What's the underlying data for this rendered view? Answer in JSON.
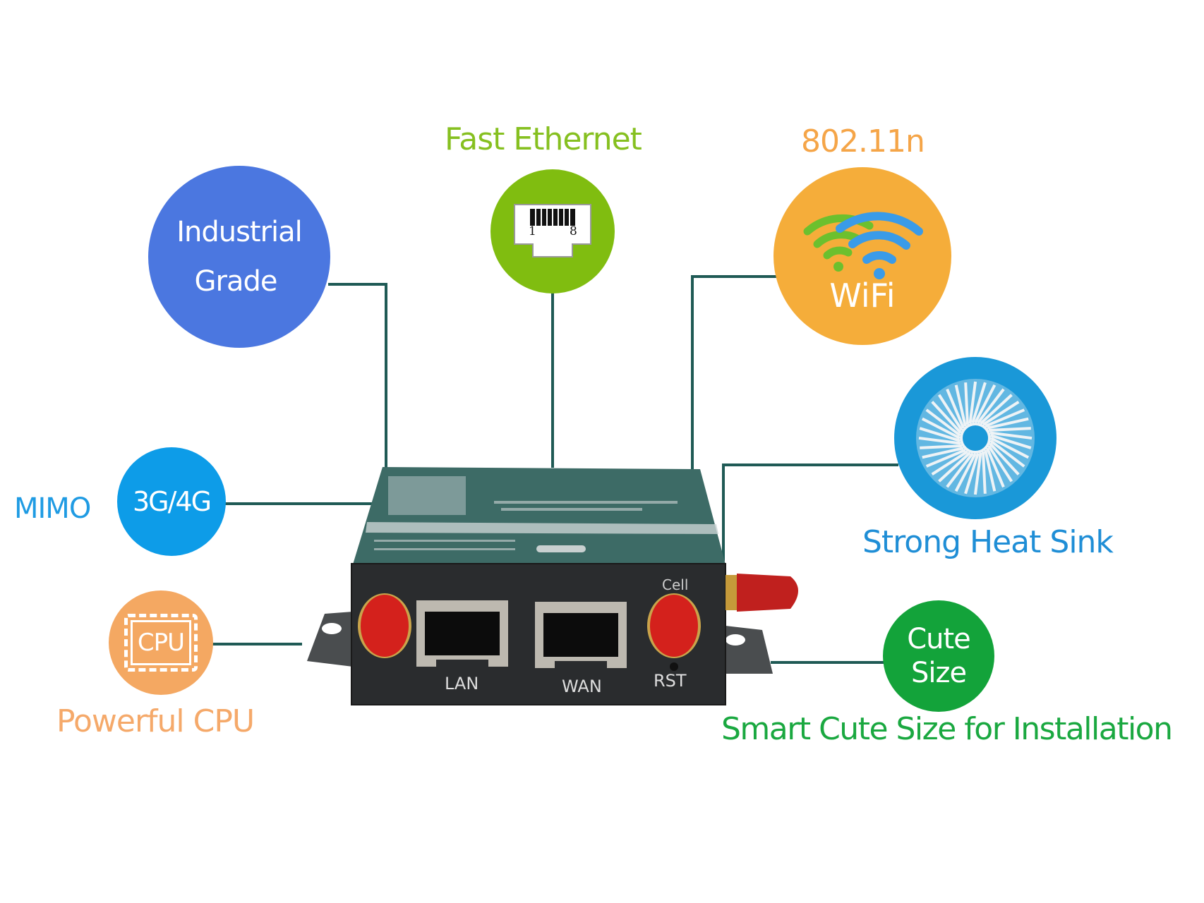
{
  "features": {
    "industrial": {
      "line1": "Industrial",
      "line2": "Grade",
      "color": "#4b77e0"
    },
    "ethernet": {
      "title": "Fast Ethernet",
      "pin_left": "1",
      "pin_right": "8",
      "color": "#80bd10",
      "title_color": "#86c020"
    },
    "wifi": {
      "title": "802.11n",
      "icon_label": "WiFi",
      "color": "#f5ad3a",
      "title_color": "#f5a548"
    },
    "heatsink": {
      "caption": "Strong Heat Sink",
      "color": "#1a98d8",
      "caption_color": "#1f8ed6"
    },
    "mimo": {
      "prefix": "MIMO",
      "badge": "3G/4G",
      "color": "#0d9ce8"
    },
    "cpu": {
      "chip_label": "CPU",
      "caption": "Powerful CPU",
      "color": "#f4a862"
    },
    "cute": {
      "line1": "Cute",
      "line2": "Size",
      "caption": "Smart Cute Size for Installation",
      "color": "#13a33a"
    }
  },
  "device": {
    "port_lan": "LAN",
    "port_wan": "WAN",
    "reset_label": "RST",
    "antenna_label": "Cell"
  },
  "line_color": "#1f5a55"
}
